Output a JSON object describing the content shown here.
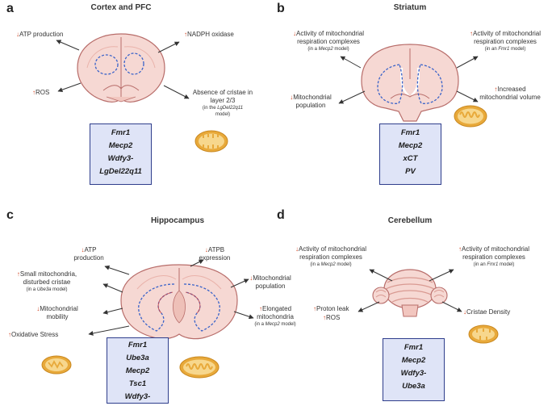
{
  "panels": {
    "a": {
      "letter": "a",
      "title": "Cortex and PFC",
      "atp": "ATP production",
      "nadph": "NADPH oxidase",
      "ros": "ROS",
      "cristae_line1": "Absence of cristae in",
      "cristae_line2": "layer 2/3",
      "cristae_sub_pre": "(in the ",
      "cristae_sub_model": "LgDel22q11",
      "cristae_sub_post": "model)",
      "genes": [
        "Fmr1",
        "Mecp2",
        "Wdfy3-",
        "LgDel22q11"
      ]
    },
    "b": {
      "letter": "b",
      "title": "Striatum",
      "left_line1": "Activity of mitochondrial",
      "left_line2": "respiration complexes",
      "left_sub_pre": "(in a ",
      "left_sub_model": "Mecp2",
      "left_sub_post": " model)",
      "right_line1": "Activity of mitochondrial",
      "right_line2": "respiration complexes",
      "right_sub_pre": "(in an ",
      "right_sub_model": "Fmr1",
      "right_sub_post": " model)",
      "pop_line1": "Mitochondrial",
      "pop_line2": "population",
      "vol_line1": "Increased",
      "vol_line2": "mitochondrial volume",
      "genes": [
        "Fmr1",
        "Mecp2",
        "xCT",
        "PV"
      ]
    },
    "c": {
      "letter": "c",
      "title": "Hippocampus",
      "atp_line1": "ATP",
      "atp_line2": "production",
      "atpb_line1": "ATPB",
      "atpb_line2": "expression",
      "small_line1": "Small mitochondria,",
      "small_line2": "disturbed cristae",
      "small_sub_pre": "(in a ",
      "small_sub_model": "Ube3a",
      "small_sub_post": " model)",
      "mob_line1": "Mitochondrial",
      "mob_line2": "mobility",
      "stress": "Oxidative Stress",
      "pop_line1": "Mitochondrial",
      "pop_line2": "population",
      "elong_line1": "Elongated",
      "elong_line2": "mitochondria",
      "elong_sub_pre": "(in a ",
      "elong_sub_model": "Mecp2",
      "elong_sub_post": " model)",
      "genes": [
        "Fmr1",
        "Ube3a",
        "Mecp2",
        "Tsc1",
        "Wdfy3-"
      ]
    },
    "d": {
      "letter": "d",
      "title": "Cerebellum",
      "left_line1": "Activity of mitochondrial",
      "left_line2": "respiration complexes",
      "left_sub_pre": "(in a ",
      "left_sub_model": "Mecp2",
      "left_sub_post": " model)",
      "right_line1": "Activity of mitochondrial",
      "right_line2": "respiration complexes",
      "right_sub_pre": "(in an ",
      "right_sub_model": "Fmr1",
      "right_sub_post": " model)",
      "leak": "Proton leak",
      "ros": "ROS",
      "cristae": "Cristae Density",
      "genes": [
        "Fmr1",
        "Mecp2",
        "Wdfy3-",
        "Ube3a"
      ]
    }
  },
  "colors": {
    "arrow_up_down": "#d0421f",
    "gene_box_fill": "#dfe4f7",
    "gene_box_border": "#2f3e8c",
    "brain_fill": "#f6d8d3",
    "brain_outline": "#b86d6a",
    "region_dash": "#3a63c9",
    "mito_fill": "#e8a93a"
  }
}
